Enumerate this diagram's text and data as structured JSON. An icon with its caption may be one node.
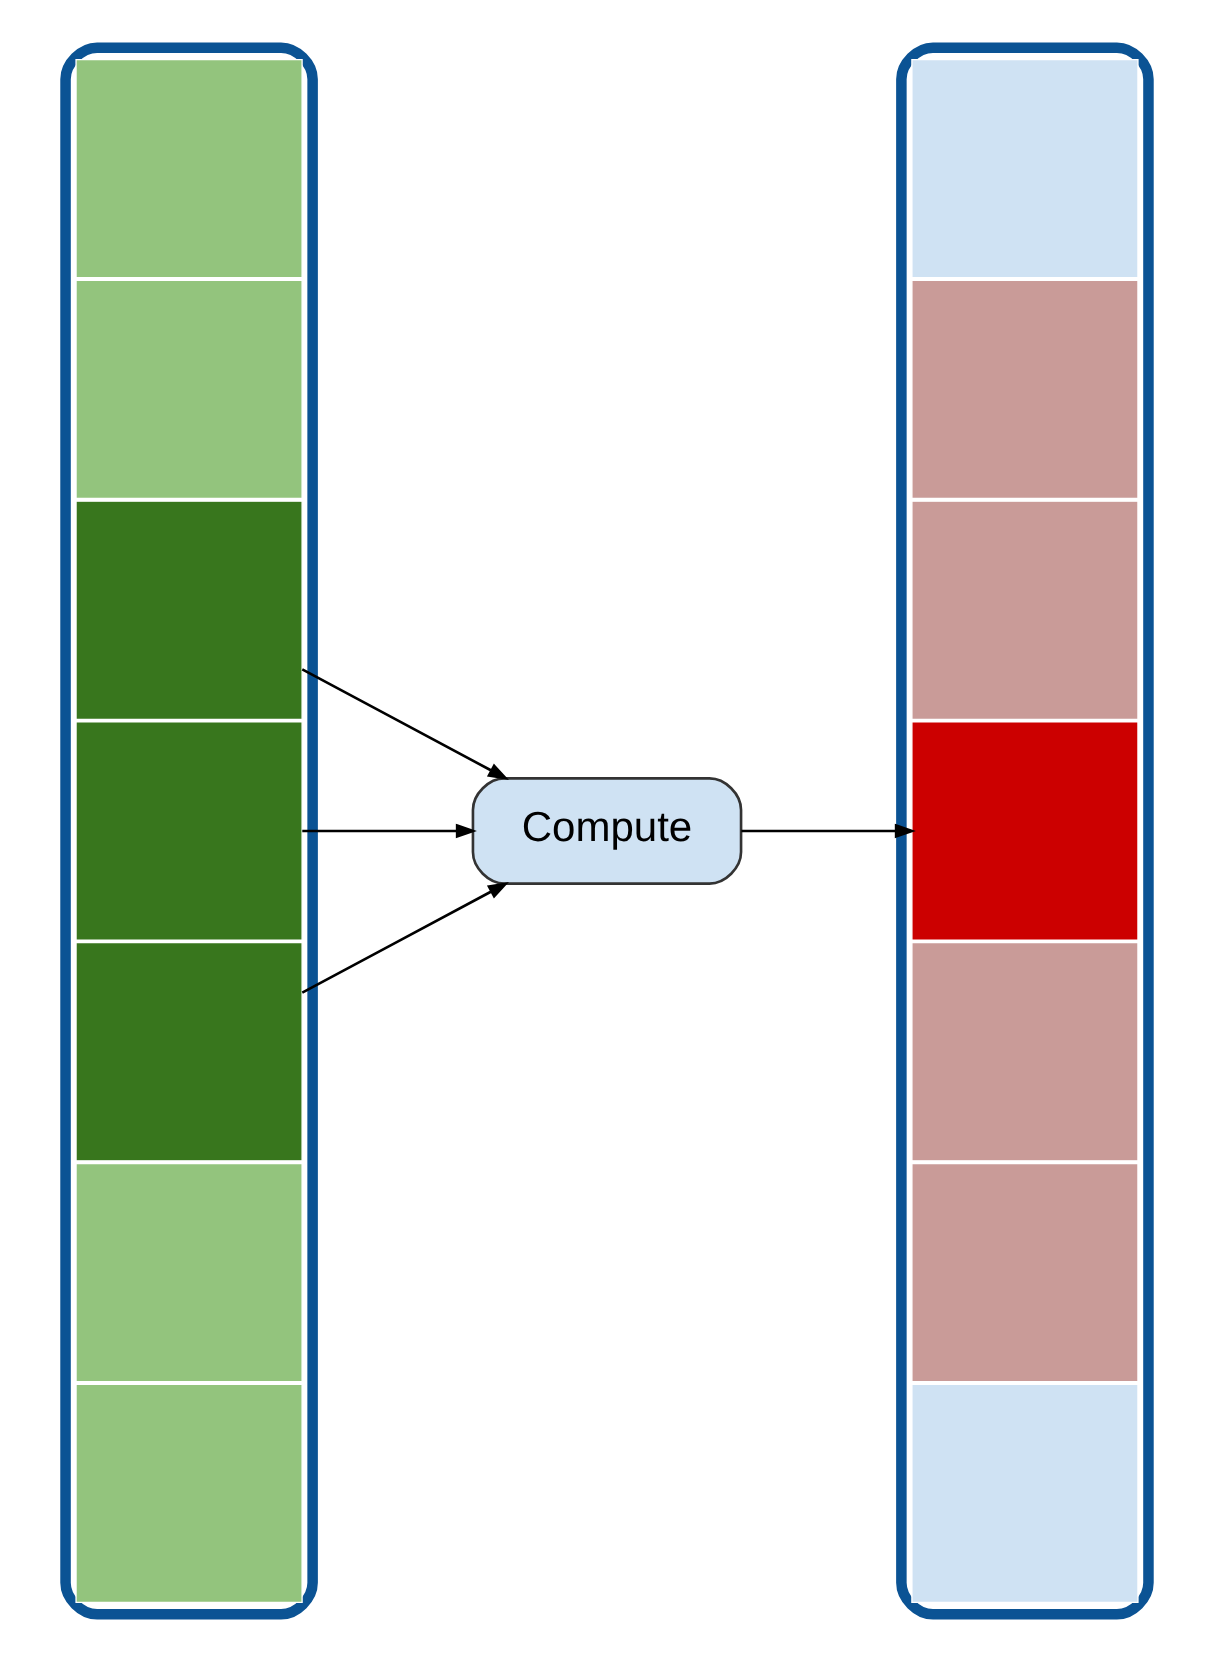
{
  "diagram": {
    "nodes": [
      {
        "text": [],
        "shape": "box"
      },
      {
        "text": [],
        "shape": "box",
        "in": 0
      },
      {
        "text": [],
        "shape": "box",
        "in": 0
      },
      {
        "text": [],
        "shape": "box",
        "in": 0
      },
      {
        "text": [],
        "shape": "box",
        "in": 0
      },
      {
        "text": [],
        "shape": "box",
        "in": 0
      },
      {
        "text": [],
        "shape": "box",
        "in": 0
      },
      {
        "text": [],
        "shape": "box",
        "in": 0
      },
      {
        "text": [
          "Compute"
        ]
      },
      {
        "text": [],
        "shape": "box"
      },
      {
        "text": [],
        "shape": "box",
        "in": 9
      },
      {
        "text": [],
        "shape": "box",
        "in": 9
      },
      {
        "text": [],
        "shape": "box",
        "in": 9
      },
      {
        "text": [],
        "shape": "box",
        "in": 9
      },
      {
        "text": [],
        "shape": "box",
        "in": 9
      },
      {
        "text": [],
        "shape": "box",
        "in": 9
      },
      {
        "text": [],
        "shape": "box",
        "in": 9
      }
    ],
    "edges": [
      {
        "from": 3,
        "to": 8,
        "arrow": "to"
      },
      {
        "from": 4,
        "to": 8,
        "arrow": "to"
      },
      {
        "from": 5,
        "to": 8,
        "arrow": "to"
      },
      {
        "from": 8,
        "to": 13,
        "arrow": "to"
      }
    ]
  }
}
